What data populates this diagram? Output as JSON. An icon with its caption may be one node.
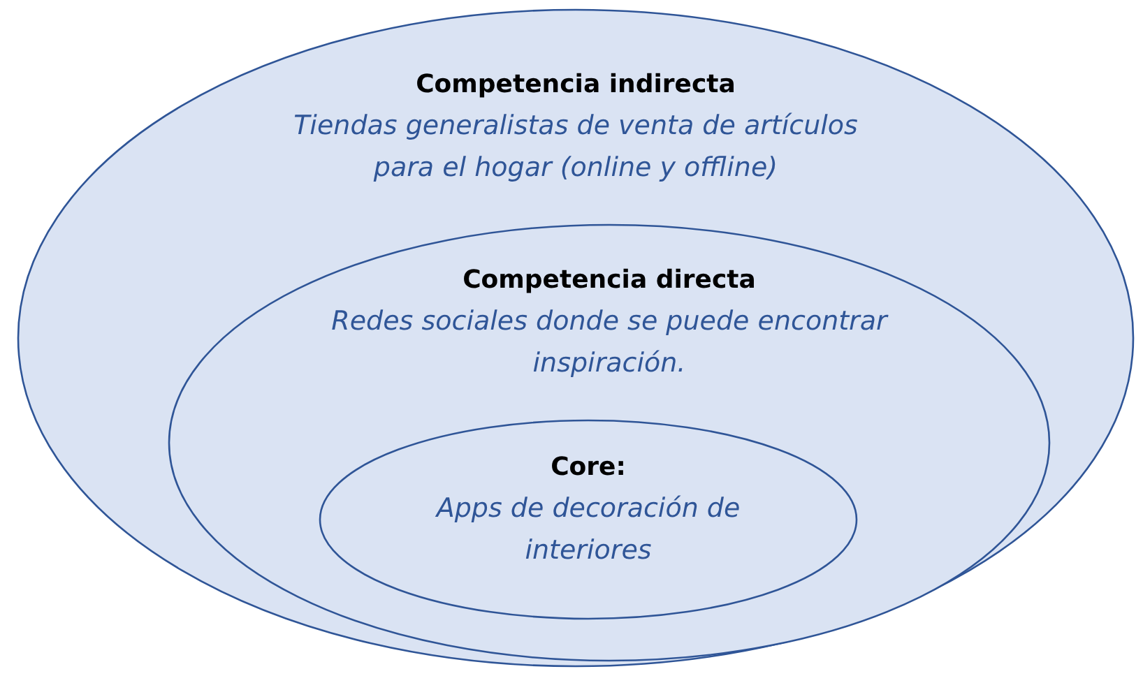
{
  "diagram": {
    "nodes": [
      {
        "text": [
          "Competencia indirecta",
          "Tiendas generalistas de venta de artículos para el hogar (online y offline)"
        ]
      },
      {
        "text": [
          "Competencia directa",
          "Redes sociales donde se puede encontrar inspiración."
        ],
        "in": 0
      },
      {
        "text": [
          "Core:",
          "Apps de decoración de interiores"
        ],
        "in": 1
      }
    ]
  }
}
